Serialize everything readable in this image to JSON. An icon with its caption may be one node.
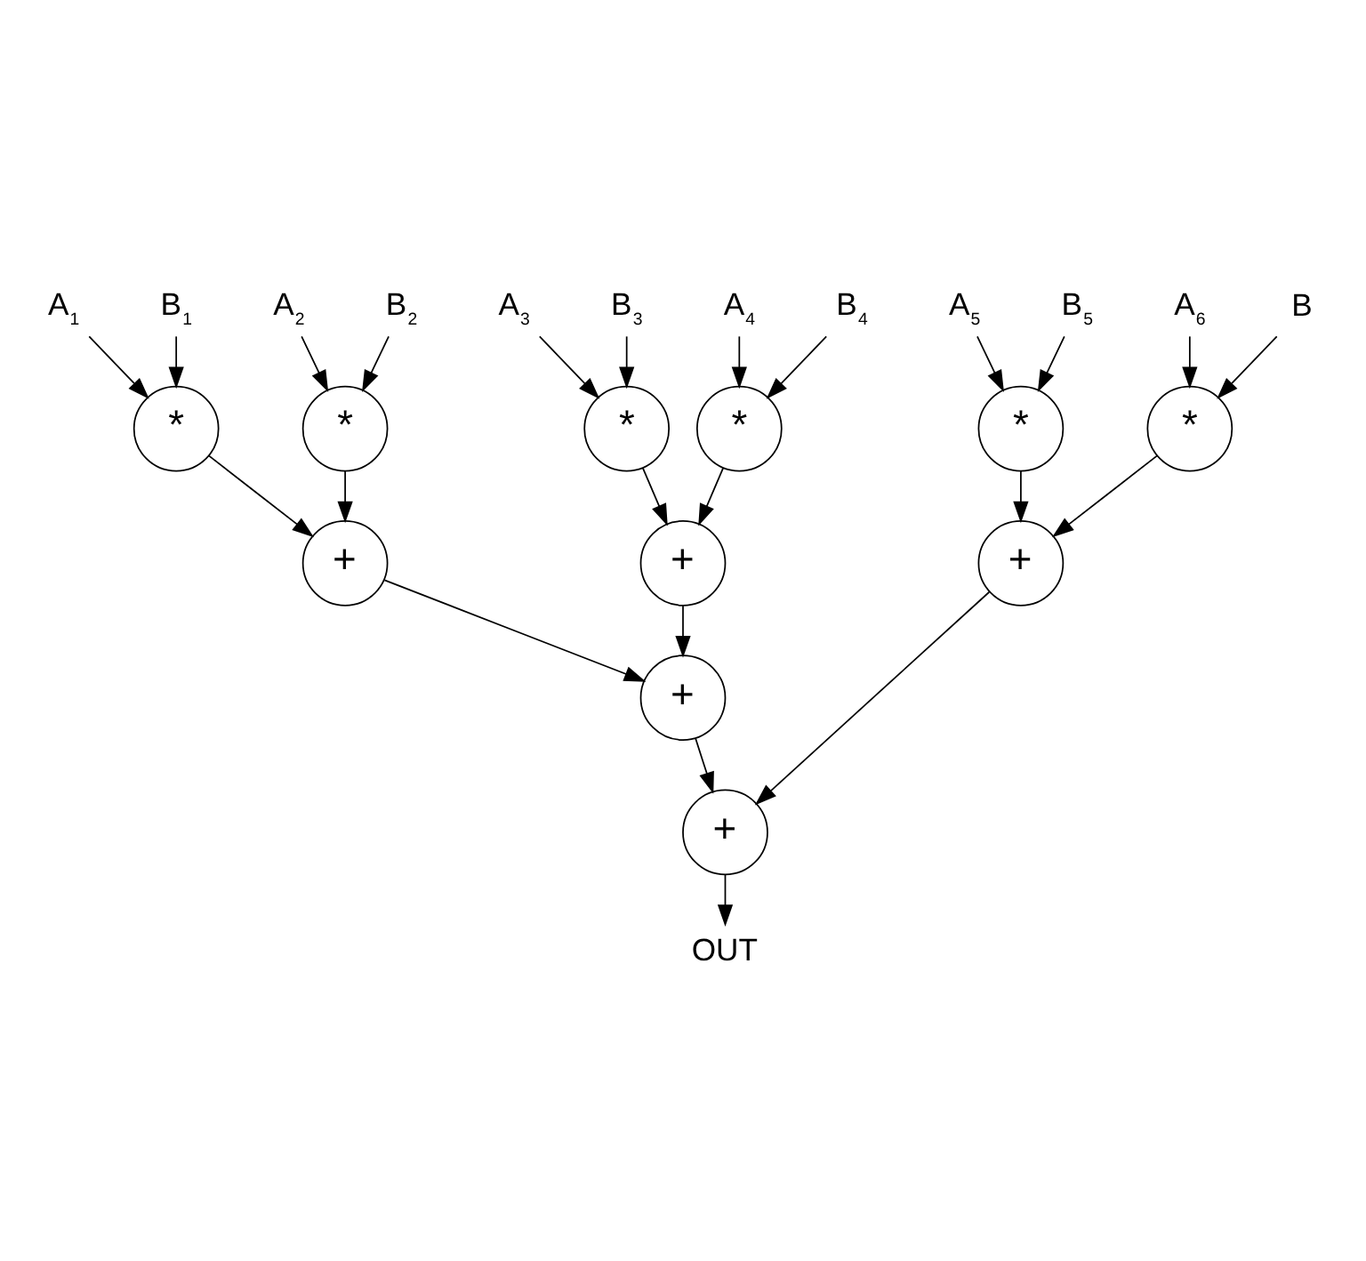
{
  "diagram": {
    "nodes": [
      {
        "text": [
          "A$_{1}$"
        ]
      },
      {
        "text": [
          "B$_{1}$"
        ]
      },
      {
        "text": [
          "A$_{2}$"
        ]
      },
      {
        "text": [
          "B$_{2}$"
        ]
      },
      {
        "text": [
          "A$_{3}$"
        ]
      },
      {
        "text": [
          "B$_{3}$"
        ]
      },
      {
        "text": [
          "A$_{4}$"
        ]
      },
      {
        "text": [
          "B$_{4}$"
        ]
      },
      {
        "text": [
          "A$_{5}$"
        ]
      },
      {
        "text": [
          "B$_{5}$"
        ]
      },
      {
        "text": [
          "A$_{6}$"
        ]
      },
      {
        "text": [
          "B"
        ]
      },
      {
        "text": [
          "*"
        ]
      },
      {
        "text": [
          "*"
        ]
      },
      {
        "text": [
          "*"
        ]
      },
      {
        "text": [
          "*"
        ]
      },
      {
        "text": [
          "*"
        ]
      },
      {
        "text": [
          "*"
        ]
      },
      {
        "text": [
          "+"
        ]
      },
      {
        "text": [
          "+"
        ]
      },
      {
        "text": [
          "+"
        ]
      },
      {
        "text": [
          "+"
        ]
      },
      {
        "text": [
          "+"
        ]
      },
      {
        "text": [
          "OUT"
        ]
      }
    ],
    "edges": [
      {
        "from": 0,
        "to": 12,
        "arrow": "to"
      },
      {
        "from": 1,
        "to": 12,
        "arrow": "to"
      },
      {
        "from": 2,
        "to": 13,
        "arrow": "to"
      },
      {
        "from": 3,
        "to": 13,
        "arrow": "to"
      },
      {
        "from": 4,
        "to": 14,
        "arrow": "to"
      },
      {
        "from": 5,
        "to": 14,
        "arrow": "to"
      },
      {
        "from": 6,
        "to": 15,
        "arrow": "to"
      },
      {
        "from": 7,
        "to": 15,
        "arrow": "to"
      },
      {
        "from": 8,
        "to": 16,
        "arrow": "to"
      },
      {
        "from": 9,
        "to": 16,
        "arrow": "to"
      },
      {
        "from": 10,
        "to": 17,
        "arrow": "to"
      },
      {
        "from": 11,
        "to": 17,
        "arrow": "to"
      },
      {
        "from": 12,
        "to": 18,
        "arrow": "to"
      },
      {
        "from": 13,
        "to": 18,
        "arrow": "to"
      },
      {
        "from": 14,
        "to": 19,
        "arrow": "to"
      },
      {
        "from": 15,
        "to": 19,
        "arrow": "to"
      },
      {
        "from": 16,
        "to": 20,
        "arrow": "to"
      },
      {
        "from": 17,
        "to": 20,
        "arrow": "to"
      },
      {
        "from": 18,
        "to": 21,
        "arrow": "to"
      },
      {
        "from": 19,
        "to": 21,
        "arrow": "to"
      },
      {
        "from": 21,
        "to": 22,
        "arrow": "to"
      },
      {
        "from": 20,
        "to": 22,
        "arrow": "to"
      },
      {
        "from": 22,
        "to": 23,
        "arrow": "to"
      }
    ]
  }
}
